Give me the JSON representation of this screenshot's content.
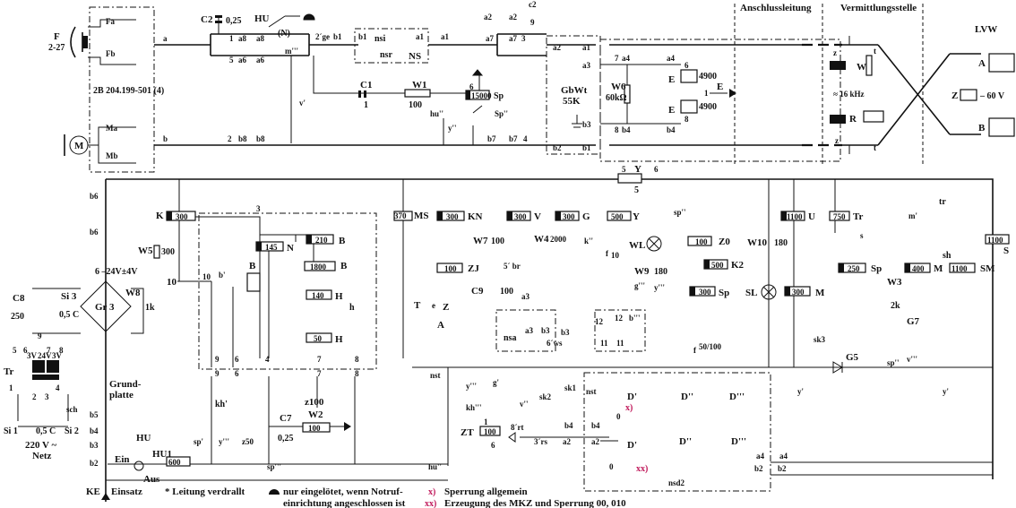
{
  "header": {
    "anschlussleitung": "Anschlussleitung",
    "vermittlungsstelle": "Vermittlungsstelle"
  },
  "handset": {
    "f": "F",
    "f_id": "2-27",
    "fa": "Fa",
    "fb": "Fb",
    "ma": "Ma",
    "mb": "Mb",
    "m": "M"
  },
  "unit_id": "2B 204.199-501 (4)",
  "top_labels": {
    "c2": "C2",
    "c2v": "0,25",
    "hu": "HU",
    "n": "(N)",
    "c2top": "c2",
    "a": "a",
    "b": "b",
    "one": "1",
    "a8": "a8",
    "five": "5",
    "a6": "a6",
    "two": "2",
    "b8": "b8",
    "m3": "m'''",
    "ge2": "2´ge",
    "b1": "b1",
    "nsi": "nsi",
    "nsr": "nsr",
    "ns": "NS",
    "a1": "a1",
    "a2": "a2",
    "nine": "9",
    "a7": "a7",
    "three": "3",
    "four": "4",
    "b7": "b7",
    "v1": "v'",
    "c1": "C1",
    "c1v": "1",
    "w1": "W1",
    "w1v": "100",
    "six": "6",
    "sp": "Sp",
    "spv": "15000",
    "hu2": "hu''",
    "y2": "y''",
    "sp2": "Sp''"
  },
  "gbwt": {
    "name": "GbWt",
    "ident": "55K",
    "a2": "a2",
    "a1": "a1",
    "a3": "a3",
    "b3": "b3",
    "b2": "b2",
    "b1": "b1",
    "w6": "W6",
    "w6v": "60kΩ",
    "a4": "a4",
    "b4": "b4",
    "n7": "7",
    "n8": "8",
    "e": "E",
    "one": "1",
    "n6": "6",
    "e1": "E",
    "e1v": "4900",
    "e2": "E",
    "e2v": "4900"
  },
  "exchange": {
    "z": "z",
    "w": "W",
    "t": "t",
    "freq": "≈ 16 kHz",
    "r": "R",
    "lvw": "LVW",
    "a": "A",
    "z2": "Z",
    "volt": "– 60 V",
    "b": "B"
  },
  "middle": {
    "k": "K",
    "kv": "300",
    "b6": "b6",
    "w5": "W5",
    "w5v": "300",
    "volt": "6 –24V±4V",
    "n1": "1",
    "n6": "6",
    "n3": "3",
    "n2": "2",
    "n10": "10",
    "bp": "b'",
    "b": "B",
    "n": "N",
    "nv": "145",
    "b2": "B",
    "b2v": "210",
    "bb": "B",
    "bbv": "1800",
    "h": "H",
    "hv": "140",
    "h2": "H",
    "h2v": "50",
    "hlow": "h",
    "ms": "MS",
    "msv": "370",
    "n4": "4",
    "n5": "5",
    "n7": "7",
    "n8": "8",
    "n9": "9"
  },
  "power": {
    "c8": "C8",
    "c8v": "250",
    "si3": "Si 3",
    "si3v": "0,5 C",
    "w8": "W8",
    "w8v": "1k",
    "gr3": "Gr 3",
    "tr": "Tr",
    "v3a": "3V",
    "v24": "24V",
    "v3b": "3V",
    "n5": "5",
    "n6": "6",
    "n7": "7",
    "n8": "8",
    "n9": "9",
    "n1": "1",
    "n2": "2",
    "n3": "3",
    "n4": "4",
    "n10": "10",
    "sch": "sch",
    "si1": "Si 1",
    "si2": "Si 2",
    "cv": "0,5 C",
    "mains": "220 V ~",
    "netz": "Netz",
    "ground": "Grund-",
    "platte": "platte",
    "b5": "b5",
    "b4": "b4",
    "b3": "b3",
    "b2": "b2"
  },
  "lower_left": {
    "kh": "kh'",
    "sp1": "sp'",
    "y3": "y'''",
    "z50": "z50",
    "z100": "z100",
    "c7": "C7",
    "c7v": "0,25",
    "w2": "W2",
    "w2v": "100",
    "sp3": "sp'''",
    "hu": "HU",
    "hu1": "HU1",
    "hu1v": "600",
    "ein": "Ein",
    "aus": "Aus",
    "n1": "1",
    "n6": "6",
    "ke": "KE",
    "einsatz": "Einsatz"
  },
  "right": {
    "kn": "KN",
    "knv": "300",
    "v": "V",
    "vv": "300",
    "g": "G",
    "gv": "300",
    "y": "Y",
    "yv": "500",
    "y5": "5",
    "n5b": "5",
    "n6": "6",
    "sp2": "sp''",
    "w7": "W7",
    "w7v": "100",
    "w4": "W4",
    "w4v": "2000",
    "k2": "k''",
    "f10": "f",
    "f10s": "10",
    "wl": "WL",
    "z0": "Z0",
    "z0v": "100",
    "k2b": "K2",
    "k2bv": "500",
    "zj": "ZJ",
    "zjv": "100",
    "c9": "C9",
    "c9v": "100",
    "br": "5´ br",
    "w9": "W9",
    "w9v": "180",
    "g3": "g'''",
    "y3": "y'''",
    "spb": "Sp",
    "spbv": "300",
    "a3": "a3",
    "t": "T",
    "e": "e",
    "z": "Z",
    "a": "A",
    "nsa": "nsa",
    "b3": "b3",
    "ws": "6´ws",
    "n12": "12",
    "n11": "11",
    "b3p": "b'''",
    "f50": "f",
    "f50s": "50/100",
    "w10": "W10",
    "w10v": "180",
    "u": "U",
    "uv": "1100",
    "sl": "SL",
    "m": "M",
    "mv": "300",
    "tr": "Tr",
    "trv": "750",
    "tr2": "tr",
    "mp": "m'",
    "s": "s",
    "sp": "Sp",
    "spv": "250",
    "m2": "M",
    "m2v": "400",
    "sh": "sh",
    "sm": "SM",
    "smv": "1100",
    "w3": "W3",
    "w3v": "2k",
    "g7": "G7",
    "s2": "S",
    "s2v": "1100",
    "sk3": "sk3",
    "g5": "G5",
    "sp2b": "sp''",
    "v3": "v'''",
    "y1": "y'",
    "y1b": "y'"
  },
  "bottom_mid": {
    "nst": "nst",
    "y3": "y'''",
    "g1": "g'",
    "kh3": "kh'''",
    "v2": "v''",
    "sk2": "sk2",
    "sk1": "sk1",
    "b4": "b4",
    "rt": "8´rt",
    "zt": "ZT",
    "ztv": "100",
    "rs": "3´rs",
    "a2": "a2",
    "hu3": "hu''",
    "n1": "1",
    "n6": "6",
    "nst2": "nst",
    "d1": "D'",
    "d2": "D''",
    "d3": "D'''",
    "x": "x)",
    "xx": "xx)",
    "a4": "a4",
    "b2": "b2",
    "nsd2": "nsd2",
    "n0": "0"
  },
  "legend": {
    "star": "* Leitung verdrallt",
    "dot1": "nur eingelötet, wenn Notruf-",
    "dot2": "einrichtung angeschlossen ist",
    "x": "x)",
    "x_text": "Sperrung allgemein",
    "xx": "xx)",
    "xx_text": "Erzeugung des MKZ und Sperrung 00, 010"
  }
}
